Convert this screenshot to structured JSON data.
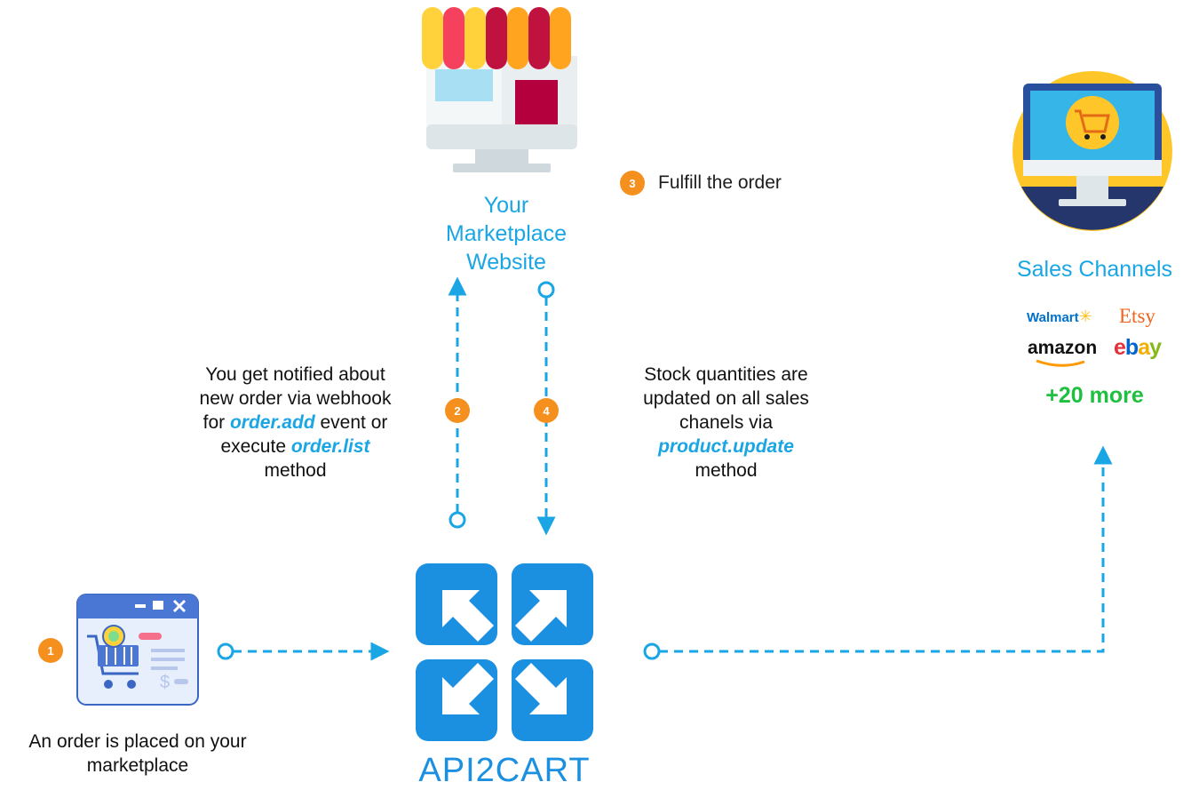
{
  "marketplace": {
    "title_lines": [
      "Your",
      "Marketplace",
      "Website"
    ]
  },
  "api": {
    "label": "API2CART"
  },
  "sales": {
    "title": "Sales Channels",
    "logos": [
      "Walmart",
      "Etsy",
      "amazon",
      "ebay"
    ],
    "more": "+20 more"
  },
  "steps": {
    "1": {
      "number": "1",
      "text_lines": [
        "An order is placed on your",
        "marketplace"
      ]
    },
    "2": {
      "number": "2",
      "line1": "You get notified about",
      "line2": "new order via webhook",
      "line3_pre": "for ",
      "line3_code": "order.add",
      "line3_post": " event or",
      "line4_pre": "execute ",
      "line4_code": "order.list",
      "line5": "method"
    },
    "3": {
      "number": "3",
      "text": "Fulfill the order"
    },
    "4": {
      "number": "4",
      "line1": "Stock quantities are",
      "line2": "updated on all sales",
      "line3": "chanels via",
      "line4_code": "product.update",
      "line5": "method"
    }
  },
  "colors": {
    "accent": "#1aa6e4",
    "badge": "#f5901e",
    "api_blue": "#1b8fe0",
    "more_green": "#1fbf3f"
  }
}
